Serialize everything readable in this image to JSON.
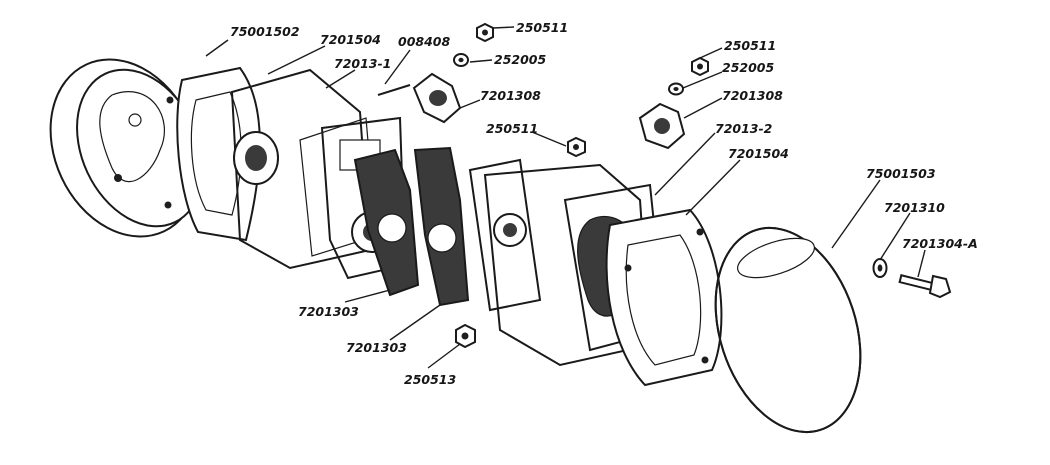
{
  "diagram": {
    "parts": [
      {
        "id": "p1",
        "label": "75001502"
      },
      {
        "id": "p2",
        "label": "7201504"
      },
      {
        "id": "p3",
        "label": "008408"
      },
      {
        "id": "p4",
        "label": "72013-1"
      },
      {
        "id": "p5",
        "label": "250511"
      },
      {
        "id": "p6",
        "label": "252005"
      },
      {
        "id": "p7",
        "label": "7201308"
      },
      {
        "id": "p8",
        "label": "250511"
      },
      {
        "id": "p9",
        "label": "250511"
      },
      {
        "id": "p10",
        "label": "252005"
      },
      {
        "id": "p11",
        "label": "7201308"
      },
      {
        "id": "p12",
        "label": "72013-2"
      },
      {
        "id": "p13",
        "label": "7201504"
      },
      {
        "id": "p14",
        "label": "75001503"
      },
      {
        "id": "p15",
        "label": "7201310"
      },
      {
        "id": "p16",
        "label": "7201304-A"
      },
      {
        "id": "p17",
        "label": "7201303"
      },
      {
        "id": "p18",
        "label": "7201303"
      },
      {
        "id": "p19",
        "label": "250513"
      }
    ]
  }
}
